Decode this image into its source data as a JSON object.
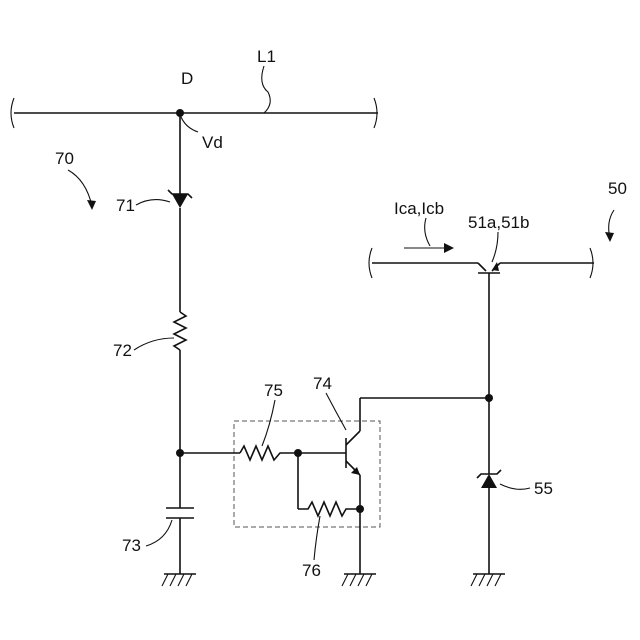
{
  "labels": {
    "node_d": "D",
    "line_l1": "L1",
    "voltage_vd": "Vd",
    "circuit_70": "70",
    "zener_71": "71",
    "resistor_72": "72",
    "capacitor_73": "73",
    "transistor_74": "74",
    "resistor_75": "75",
    "resistor_76": "76",
    "circuit_50": "50",
    "current": "Ica,Icb",
    "switch_51": "51a,51b",
    "zener_55": "55"
  }
}
